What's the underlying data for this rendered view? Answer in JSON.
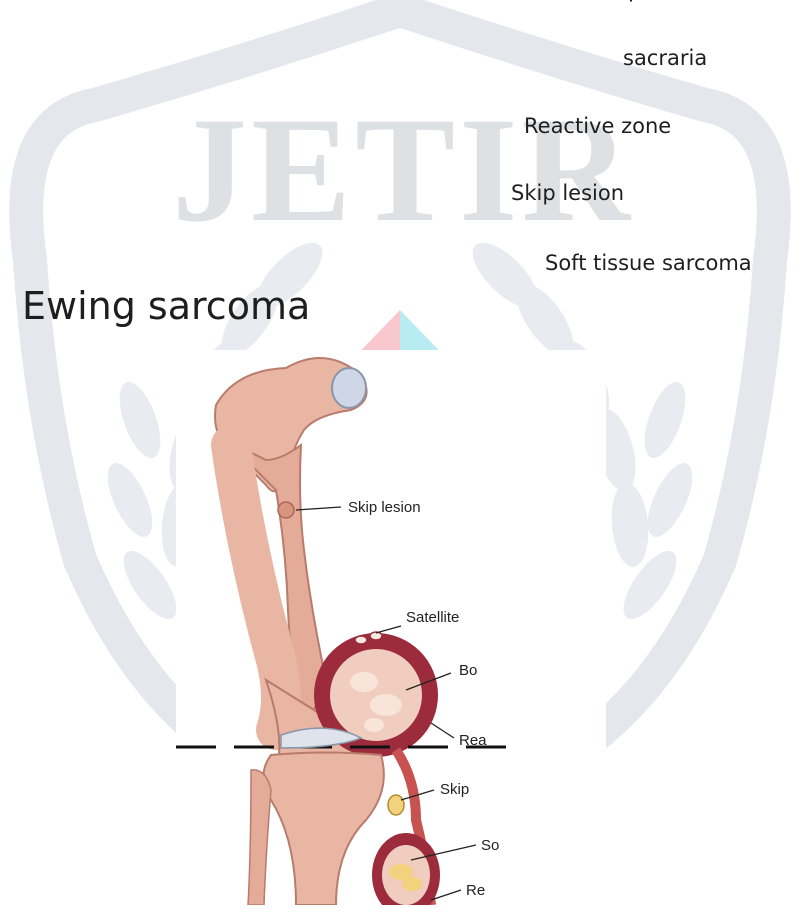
{
  "watermark": {
    "text": "JETIR",
    "colors": {
      "shield": "#e4e8ec",
      "text": "#d2d7dc"
    }
  },
  "labels": {
    "cut_top": "p",
    "sacraria": "sacraria",
    "reactive_zone": "Reactive zone",
    "skip_lesion": "Skip lesion",
    "soft_tissue_sarcoma": "Soft tissue sarcoma"
  },
  "heading": "Ewing sarcoma",
  "figure": {
    "callouts": {
      "skip_lesion": "Skip lesion",
      "satellite": "Satellite",
      "bone_cut": "Bo",
      "reactive_cut": "Rea",
      "skip_lower_cut": "Skip",
      "soft_cut": "So",
      "reactive_lower_cut": "Re"
    },
    "colors": {
      "bone": "#e9b6a4",
      "tumor_rim": "#9c2b3b",
      "tumor_core": "#f0cdbf",
      "yellow": "#f2d27c"
    }
  }
}
